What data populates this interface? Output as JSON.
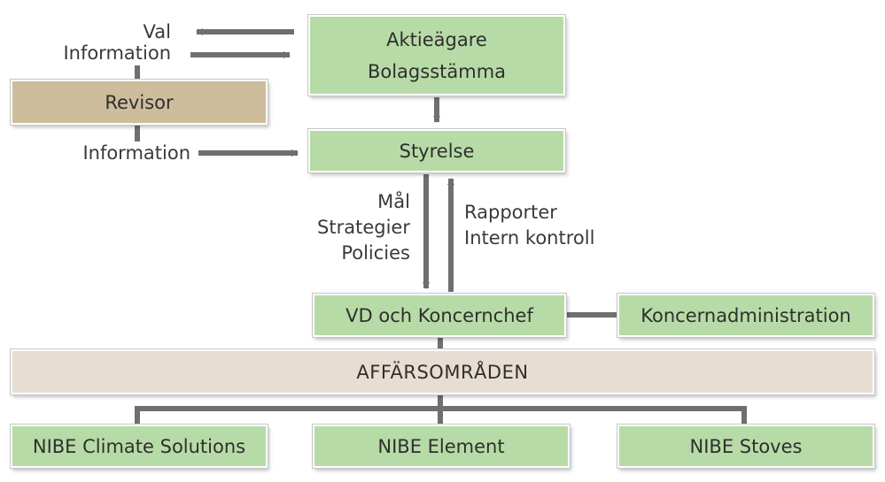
{
  "shareholders": {
    "line1": "Aktieägare",
    "line2": "Bolagsstämma"
  },
  "auditor": {
    "label": "Revisor"
  },
  "board": {
    "label": "Styrelse"
  },
  "labels": {
    "val": "Val",
    "information_to_shareholders": "Information",
    "information_to_board": "Information",
    "down_1": "Mål",
    "down_2": "Strategier",
    "down_3": "Policies",
    "up_1": "Rapporter",
    "up_2": "Intern kontroll"
  },
  "ceo": {
    "label": "VD och Koncernchef"
  },
  "group_admin": {
    "label": "Koncernadministration"
  },
  "business_areas": {
    "label": "AFFÄRSOMRÅDEN"
  },
  "divisions": [
    {
      "label": "NIBE Climate Solutions"
    },
    {
      "label": "NIBE Element"
    },
    {
      "label": "NIBE Stoves"
    }
  ],
  "colors": {
    "green_box": "#b7dba6",
    "auditor_box": "#cdbd9c",
    "business_area_bar": "#e8ddd2",
    "connector": "#6f6f6f"
  }
}
